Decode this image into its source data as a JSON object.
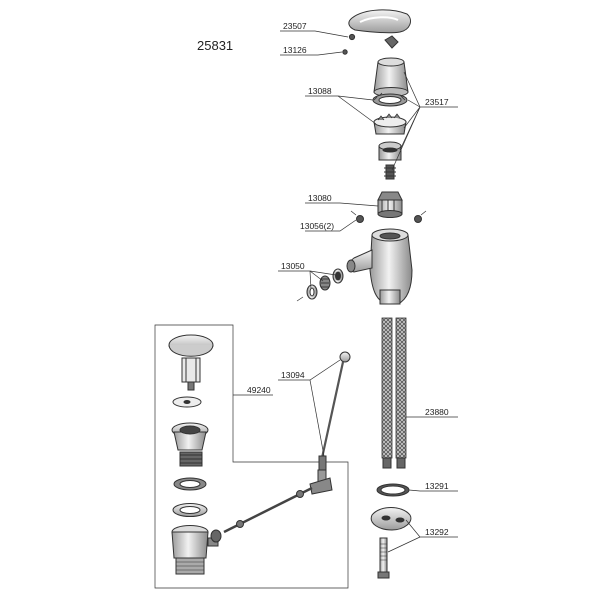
{
  "diagram": {
    "model_number": "25831",
    "labels": {
      "p23507": "23507",
      "p13126": "13126",
      "p13088": "13088",
      "p23517": "23517",
      "p13080": "13080",
      "p13056": "13056(2)",
      "p13050": "13050",
      "p13094": "13094",
      "p49240": "49240",
      "p23880": "23880",
      "p13291": "13291",
      "p13292": "13292"
    }
  }
}
